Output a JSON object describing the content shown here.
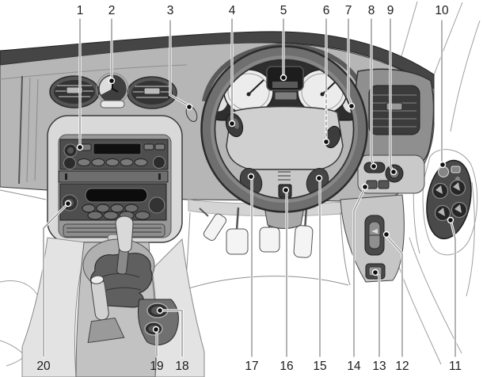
{
  "colors": {
    "paper": "#ffffff",
    "ink": "#1c1c1c",
    "leader": "#8a8a8a"
  },
  "callouts": {
    "top": [
      {
        "label": "1"
      },
      {
        "label": "2"
      },
      {
        "label": "3"
      },
      {
        "label": "4"
      },
      {
        "label": "5"
      },
      {
        "label": "6"
      },
      {
        "label": "7"
      },
      {
        "label": "8"
      },
      {
        "label": "9"
      },
      {
        "label": "10"
      }
    ],
    "bottom": [
      {
        "label": "20"
      },
      {
        "label": "19"
      },
      {
        "label": "18"
      },
      {
        "label": "17"
      },
      {
        "label": "16"
      },
      {
        "label": "15"
      },
      {
        "label": "14"
      },
      {
        "label": "13"
      },
      {
        "label": "12"
      },
      {
        "label": "11"
      }
    ]
  }
}
